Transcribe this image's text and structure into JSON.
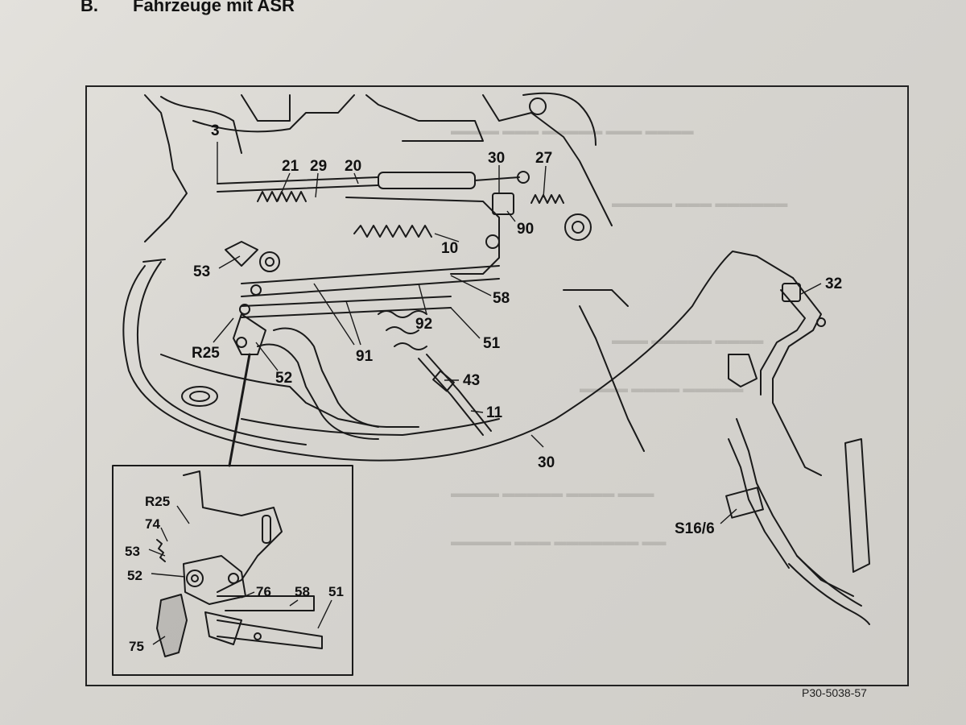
{
  "header": {
    "section": "B.",
    "title": "Fahrzeuge mit ASR"
  },
  "figure_id": "P30-5038-57",
  "callouts": {
    "c3": "3",
    "c21": "21",
    "c29": "29",
    "c20": "20",
    "c30_top": "30",
    "c27": "27",
    "c90": "90",
    "c10": "10",
    "c53": "53",
    "c58": "58",
    "c92": "92",
    "c51": "51",
    "c91": "91",
    "cR25": "R25",
    "c52": "52",
    "c43": "43",
    "c11": "11",
    "c30_bottom": "30",
    "c32": "32",
    "cS16_6": "S16/6"
  },
  "inset_callouts": {
    "iR25": "R25",
    "i74": "74",
    "i53": "53",
    "i52": "52",
    "i76": "76",
    "i58": "58",
    "i51": "51",
    "i75": "75"
  }
}
